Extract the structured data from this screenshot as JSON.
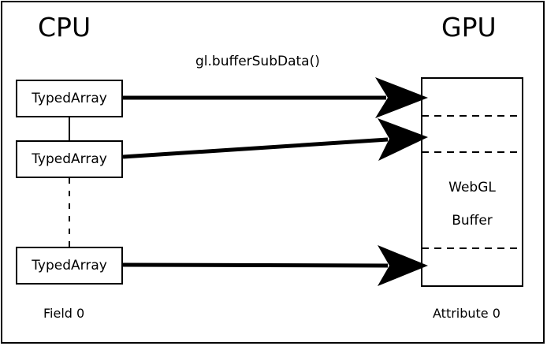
{
  "diagram": {
    "title_cpu": "CPU",
    "title_gpu": "GPU",
    "api_call_label": "gl.bufferSubData()",
    "cpu": {
      "boxes": [
        {
          "label": "TypedArray"
        },
        {
          "label": "TypedArray"
        },
        {
          "label": "TypedArray"
        }
      ],
      "caption": "Field 0",
      "connectors": [
        {
          "from": 0,
          "to": 1,
          "style": "solid"
        },
        {
          "from": 1,
          "to": 2,
          "style": "dashed"
        }
      ]
    },
    "gpu": {
      "buffer_label_lines": [
        "WebGL",
        "Buffer"
      ],
      "caption": "Attribute 0",
      "segment_dividers": 3
    },
    "transfers": [
      {
        "from_box": 0,
        "to_segment": 0,
        "label": "gl.bufferSubData()"
      },
      {
        "from_box": 1,
        "to_segment": 1,
        "label": "gl.bufferSubData()"
      },
      {
        "from_box": 2,
        "to_segment": 3,
        "label": "gl.bufferSubData()"
      }
    ],
    "colors": {
      "stroke": "#000000",
      "background": "#ffffff",
      "text": "#000000"
    }
  }
}
